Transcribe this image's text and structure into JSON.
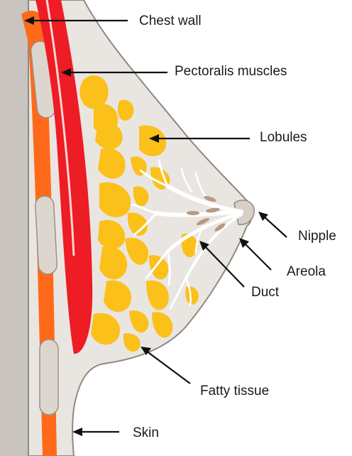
{
  "labels": {
    "chest_wall": "Chest wall",
    "pectoralis": "Pectoralis muscles",
    "lobules": "Lobules",
    "nipple": "Nipple",
    "areola": "Areola",
    "duct": "Duct",
    "fatty_tissue": "Fatty tissue",
    "skin": "Skin"
  },
  "colors": {
    "chest_wall_bg": "#c9c4bf",
    "rib_band": "#ff6a1a",
    "pectoralis": "#ee1c24",
    "lobule": "#fbc01a",
    "breast_tissue": "#e9e6e2",
    "duct_white": "#ffffff",
    "outline": "#8f8880"
  }
}
